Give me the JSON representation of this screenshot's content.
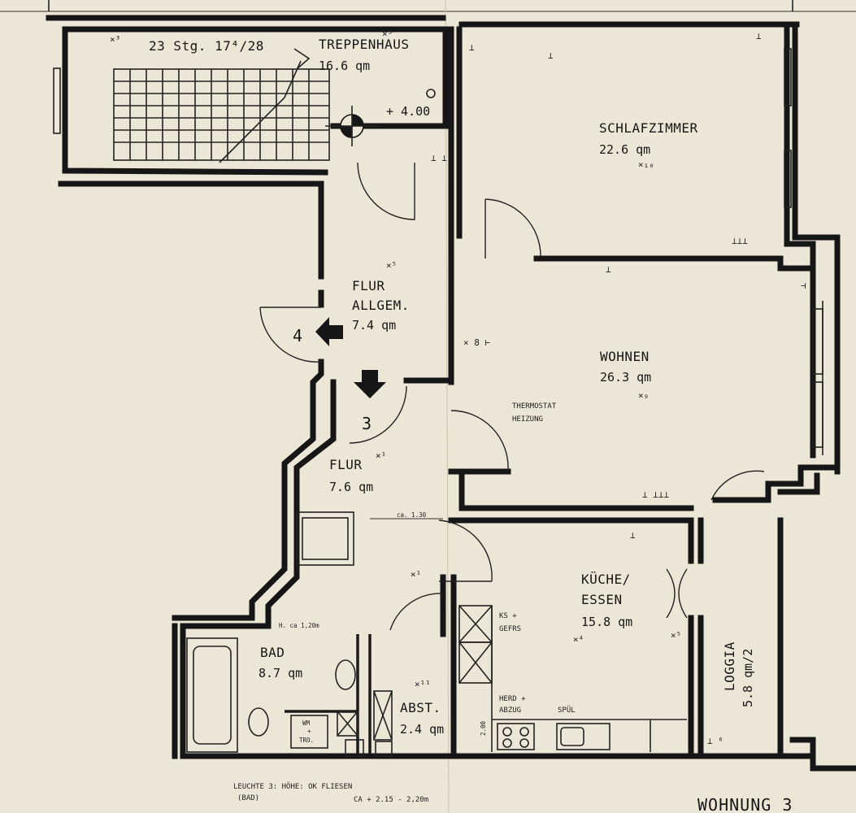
{
  "header": {
    "stairs_label": "23 Stg. 17⁴/28",
    "level_mark": "+ 4.00"
  },
  "rooms": {
    "treppenhaus": {
      "name": "TREPPENHAUS",
      "area": "16.6 qm"
    },
    "schlafzimmer": {
      "name": "SCHLAFZIMMER",
      "area": "22.6 qm"
    },
    "flur_allgem": {
      "name_line1": "FLUR",
      "name_line2": "ALLGEM.",
      "area": "7.4 qm"
    },
    "wohnen": {
      "name": "WOHNEN",
      "area": "26.3 qm"
    },
    "flur": {
      "name": "FLUR",
      "area": "7.6 qm"
    },
    "kueche": {
      "name_line1": "KÜCHE/",
      "name_line2": "ESSEN",
      "area": "15.8 qm"
    },
    "bad": {
      "name": "BAD",
      "area": "8.7 qm"
    },
    "abst": {
      "name": "ABST.",
      "area": "2.4 qm"
    },
    "loggia": {
      "name": "LOGGIA",
      "area": "5.8 qm/2"
    }
  },
  "annotations": {
    "thermostat_line1": "THERMOSTAT",
    "thermostat_line2": "HEIZUNG",
    "entry_number_4": "4",
    "entry_number_3": "3",
    "dimension_130": "ca. 1.30",
    "ks_line1": "KS +",
    "ks_line2": "GEFRS",
    "herd_line1": "HERD +",
    "herd_line2": "ABZUG",
    "spuel": "SPÜL",
    "dim_200": "2.00",
    "wm_line1": "WM",
    "wm_line2": "+",
    "wm_line3": "TRO.",
    "bad_height": "H. ca 1,20m",
    "footer_line1": "LEUCHTE 3: HÖHE: OK FLIESEN",
    "footer_line2": "(BAD)",
    "footer_line3": "CA + 2.15 - 2,20m"
  },
  "footer": {
    "unit_title": "WOHNUNG 3"
  },
  "colors": {
    "paper": "#ece6d6",
    "ink": "#161616"
  }
}
